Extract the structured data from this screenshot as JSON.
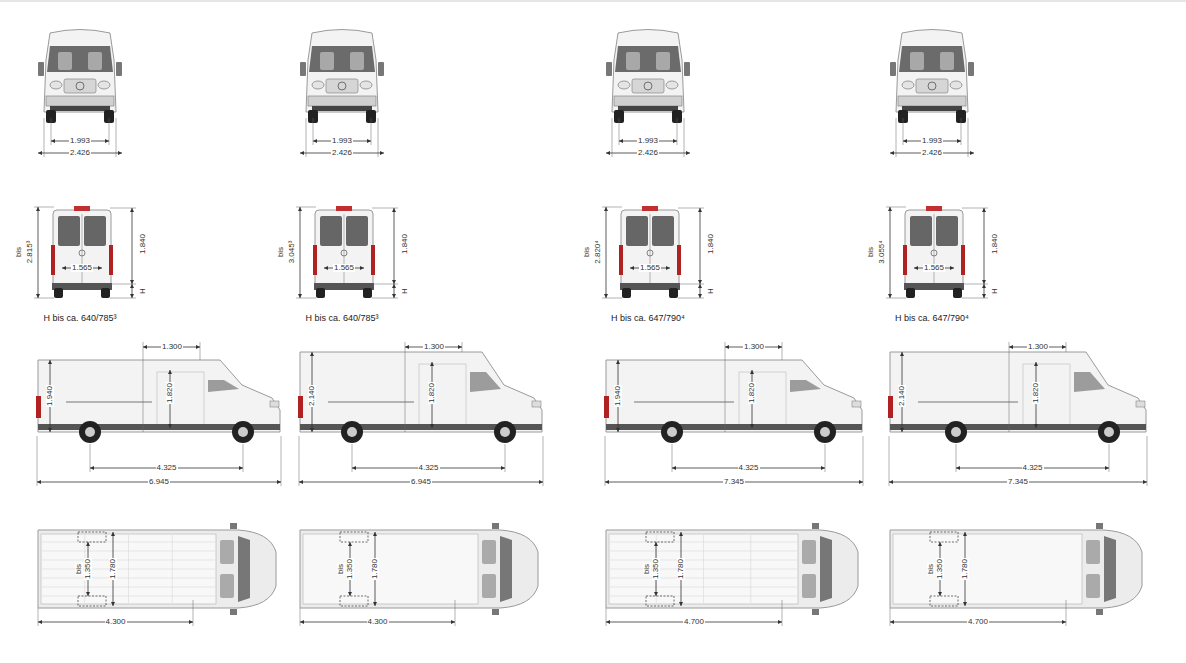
{
  "diagram": {
    "labels": [
      "1.993",
      "2.426",
      "1.993",
      "2.426",
      "1.993",
      "2.426",
      "1.993",
      "2.426",
      "bis",
      "2.815³",
      "1.840",
      "1.565",
      "H",
      "H bis ca. 640/785³",
      "bis",
      "3.045³",
      "1.840",
      "1.565",
      "H",
      "H bis ca. 640/785³",
      "bis",
      "2.820⁴",
      "1.840",
      "1.565",
      "H",
      "H bis ca. 647/790⁴",
      "bis",
      "3.055⁴",
      "1.840",
      "1.565",
      "H",
      "H bis ca. 647/790⁴",
      "1.300",
      "1.940",
      "1.820",
      "4.325",
      "6.945",
      "1.300",
      "2.140",
      "1.820",
      "4.325",
      "6.945",
      "1.300",
      "1.940",
      "1.820",
      "4.325",
      "7.345",
      "1.300",
      "2.140",
      "1.820",
      "4.325",
      "7.345",
      "bis",
      "1.350",
      "1.780",
      "4.300",
      "bis",
      "1.350",
      "1.780",
      "4.300",
      "bis",
      "1.350",
      "1.780",
      "4.700",
      "bis",
      "1.350",
      "1.780",
      "4.700"
    ]
  }
}
